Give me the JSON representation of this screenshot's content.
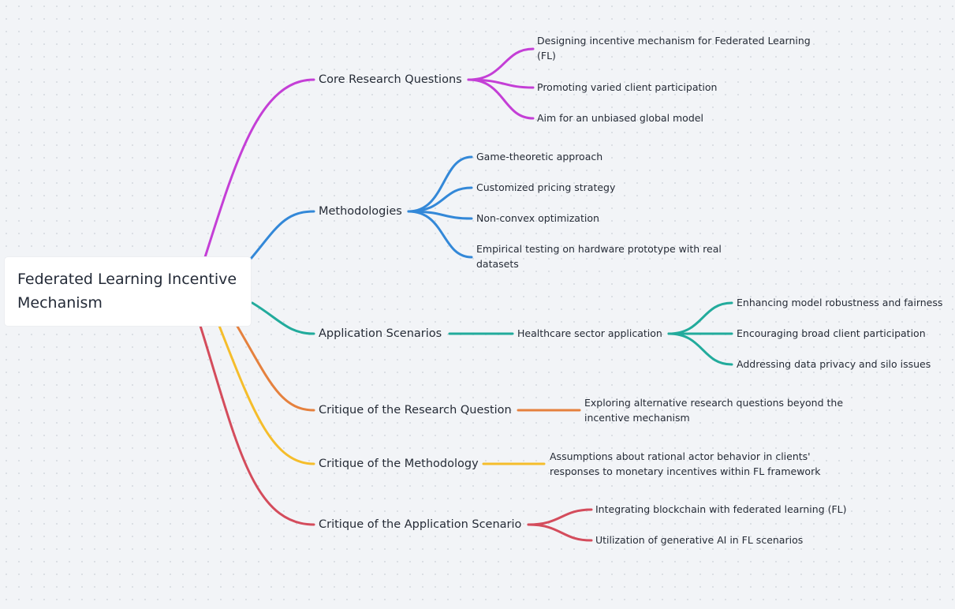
{
  "root": {
    "title": "Federated Learning Incentive Mechanism"
  },
  "colors": {
    "core": "#c43fd6",
    "methodologies": "#3388d8",
    "application": "#22ab9c",
    "critique_research": "#e5813e",
    "critique_methodology": "#f5bd2b",
    "critique_application": "#d44c5c"
  },
  "branches": {
    "core": {
      "label": "Core Research Questions",
      "children": [
        "Designing incentive mechanism for Federated Learning",
        "(FL)",
        "Promoting varied client participation",
        "Aim for an unbiased global model"
      ]
    },
    "methodologies": {
      "label": "Methodologies",
      "children": [
        "Game-theoretic approach",
        "Customized pricing strategy",
        "Non-convex optimization",
        "Empirical testing on hardware prototype with real",
        "datasets"
      ]
    },
    "application": {
      "label": "Application Scenarios",
      "sub": "Healthcare sector application",
      "children": [
        "Enhancing model robustness and fairness",
        "Encouraging broad client participation",
        "Addressing data privacy and silo issues"
      ]
    },
    "critique_research": {
      "label": "Critique of the Research Question",
      "children": [
        "Exploring alternative research questions beyond the",
        "incentive mechanism"
      ]
    },
    "critique_methodology": {
      "label": "Critique of the Methodology",
      "children": [
        "Assumptions about rational actor behavior in clients'",
        "responses to monetary incentives within FL framework"
      ]
    },
    "critique_application": {
      "label": "Critique of the Application Scenario",
      "children": [
        "Integrating blockchain with federated learning (FL)",
        "Utilization of generative AI in FL scenarios"
      ]
    }
  }
}
